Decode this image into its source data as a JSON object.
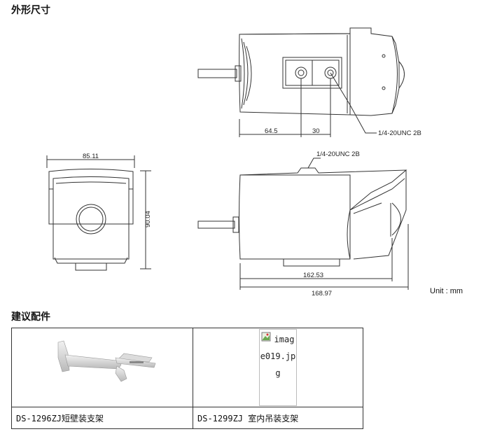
{
  "sections": {
    "dimensions_title": "外形尺寸",
    "accessories_title": "建议配件"
  },
  "dimensions": {
    "top_view": {
      "d1": "64.5",
      "d2": "30",
      "thread": "1/4-20UNC 2B"
    },
    "front_view": {
      "width": "85.11",
      "height": "90.04"
    },
    "side_view": {
      "thread": "1/4-20UNC 2B",
      "d1": "162.53",
      "d2": "168.97"
    },
    "unit": "Unit : mm"
  },
  "accessories": [
    {
      "caption": "DS-1296ZJ短壁装支架",
      "image": "wall-mount-bracket"
    },
    {
      "caption": "DS-1299ZJ 室内吊装支架",
      "image": "broken-image",
      "alt": "image019.jpg"
    }
  ],
  "colors": {
    "line": "#333333",
    "background": "#ffffff"
  }
}
